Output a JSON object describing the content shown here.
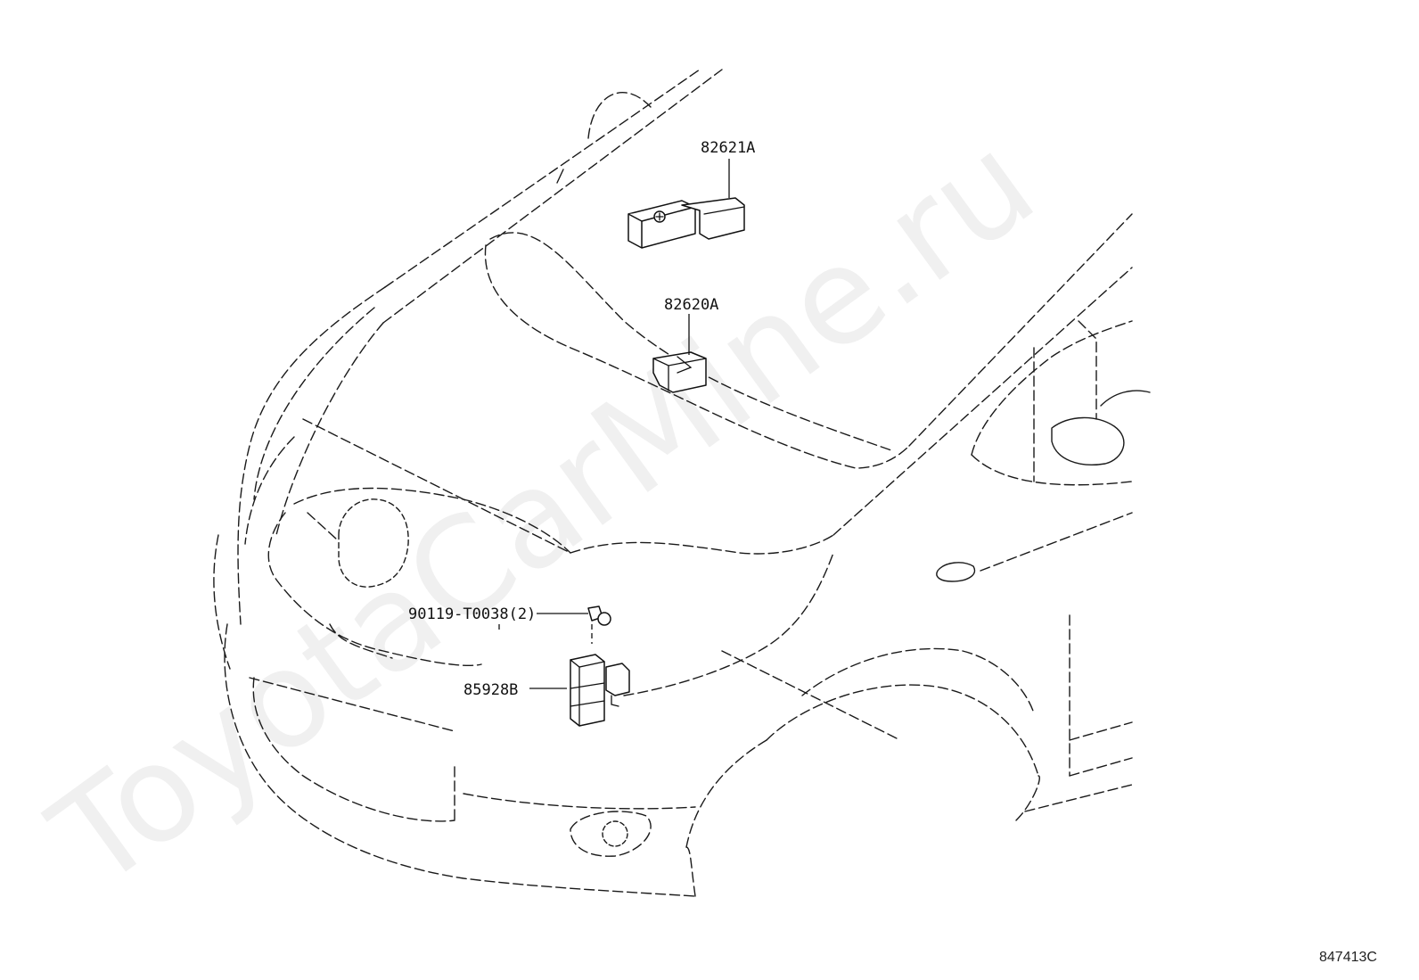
{
  "watermark": {
    "text": "ToyotaCarMine.ru"
  },
  "callouts": {
    "c1": "82621A",
    "c2": "82620A",
    "c3": "90119-T0038(2)",
    "c4": "85928B"
  },
  "figure_id": "847413C"
}
